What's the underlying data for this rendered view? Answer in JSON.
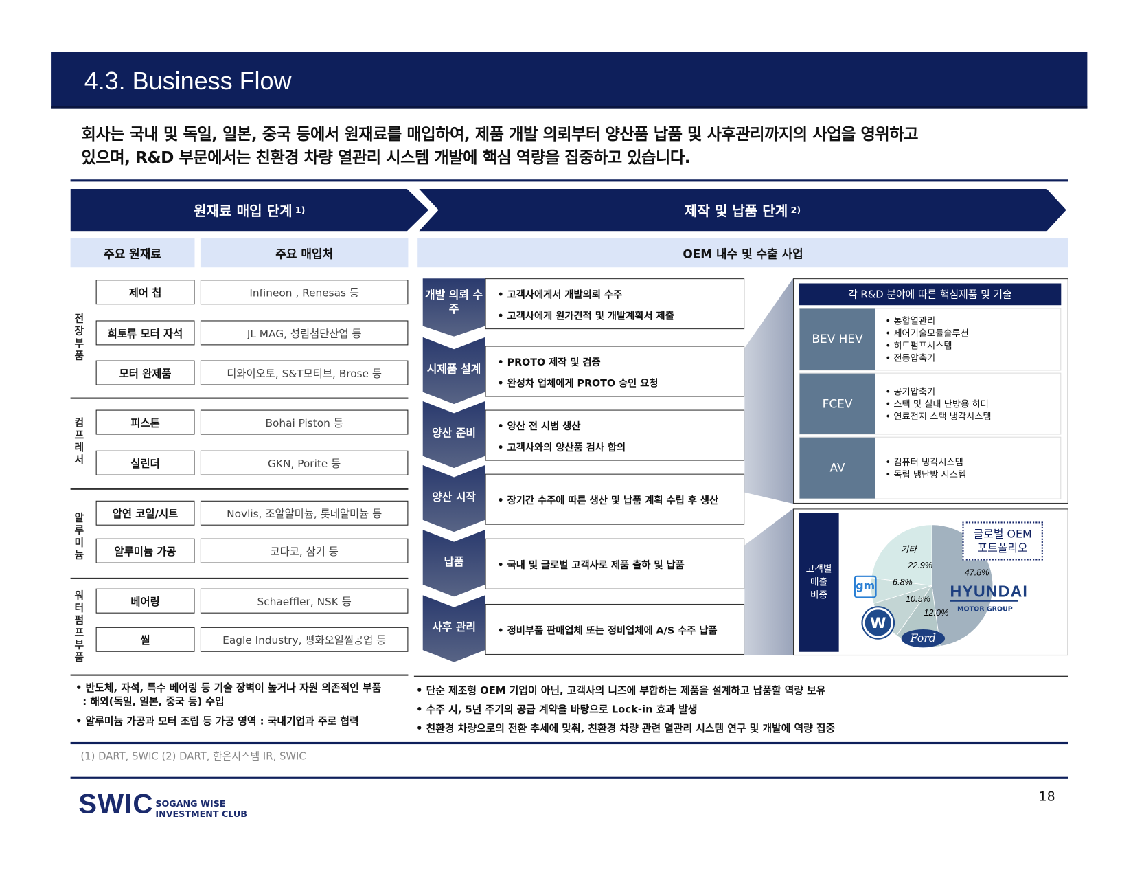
{
  "title": "4.3. Business Flow",
  "intro": [
    "회사는 국내 및 독일, 일본, 중국 등에서 원재료를 매입하여, 제품 개발 의뢰부터 양산품 납품 및 사후관리까지의 사업을 영위하고",
    "있으며, R&D 부문에서는 친환경 차량 열관리 시스템 개발에 핵심 역량을 집중하고 있습니다."
  ],
  "stages": {
    "left": "원재료 매입 단계",
    "left_note": "1)",
    "right": "제작 및 납품 단계",
    "right_note": "2)"
  },
  "subheaders": {
    "material": "주요 원재료",
    "supplier": "주요 매입처",
    "oem": "OEM 내수 및 수출 사업"
  },
  "groups": [
    {
      "label": "전장부품",
      "rows": [
        {
          "material": "제어 칩",
          "supplier": "Infineon , Renesas 등"
        },
        {
          "material": "희토류 모터 자석",
          "supplier": "JL MAG, 성림첨단산업 등"
        },
        {
          "material": "모터 완제품",
          "supplier": "디와이오토, S&T모티브, Brose 등"
        }
      ]
    },
    {
      "label": "컴프레서",
      "rows": [
        {
          "material": "피스톤",
          "supplier": "Bohai Piston 등"
        },
        {
          "material": "실린더",
          "supplier": "GKN, Porite 등"
        }
      ]
    },
    {
      "label": "알루미늄",
      "rows": [
        {
          "material": "압연 코일/시트",
          "supplier": "Novlis, 조알알미늄, 롯데알미늄 등"
        },
        {
          "material": "알루미늄 가공",
          "supplier": "코다코, 삼기 등"
        }
      ]
    },
    {
      "label": "워터펌프부품",
      "rows": [
        {
          "material": "베어링",
          "supplier": "Schaeffler, NSK 등"
        },
        {
          "material": "씰",
          "supplier": "Eagle Industry, 평화오일씰공업 등"
        }
      ]
    }
  ],
  "process": [
    {
      "step": "개발 의뢰 수주",
      "items": [
        "• 고객사에게서 개발의뢰 수주",
        "• 고객사에게 원가견적 및 개발계획서 제출"
      ]
    },
    {
      "step": "시제품 설계",
      "items": [
        "• PROTO 제작 및 검증",
        "• 완성차 업체에게 PROTO 승인 요청"
      ]
    },
    {
      "step": "양산 준비",
      "items": [
        "• 양산 전 시범 생산",
        "• 고객사와의 양산품 검사 합의"
      ]
    },
    {
      "step": "양산 시작",
      "items": [
        "• 장기간 수주에 따른 생산 및 납품 계획 수립 후 생산"
      ]
    },
    {
      "step": "납품",
      "items": [
        "• 국내 및 글로벌 고객사로 제품 출하 및 납품"
      ]
    },
    {
      "step": "사후 관리",
      "items": [
        "• 정비부품 판매업체 또는 정비업체에 A/S 수주 납품"
      ]
    }
  ],
  "rd": {
    "title": "각 R&D 분야에 따른 핵심제품 및 기술",
    "rows": [
      {
        "label": "BEV HEV",
        "items": [
          "• 통합열관리",
          "• 제어기술모듈솔루션",
          "• 히트펌프시스템",
          "• 전동압축기"
        ]
      },
      {
        "label": "FCEV",
        "items": [
          "• 공기압축기",
          "• 스택 및 실내 난방용 히터",
          "• 연료전지 스택 냉각시스템"
        ]
      },
      {
        "label": "AV",
        "items": [
          "• 컴퓨터 냉각시스템",
          "• 독립 냉난방 시스템"
        ]
      }
    ]
  },
  "customers": {
    "label": "고객별 매출 비중",
    "portfolio": "글로벌 OEM 포트폴리오",
    "logos": {
      "gm": "gm",
      "ford": "Ford",
      "hyundai": "HYUNDAI",
      "hyundai_sub": "MOTOR GROUP"
    }
  },
  "chart_data": {
    "type": "pie",
    "title": "고객별 매출 비중",
    "slices": [
      {
        "name": "Hyundai Motor Group",
        "label": "47.8%",
        "value": 47.8,
        "color": "#a2b2bf"
      },
      {
        "name": "Ford",
        "label": "12.0%",
        "value": 12.0,
        "color": "#b4c8c8"
      },
      {
        "name": "VW",
        "label": "10.5%",
        "value": 10.5,
        "color": "#c3d5d4"
      },
      {
        "name": "GM",
        "label": "6.8%",
        "value": 6.8,
        "color": "#cfe2e0"
      },
      {
        "name": "기타",
        "label": "22.9%",
        "value": 22.9,
        "color": "#d6eae8"
      }
    ]
  },
  "notes_left": [
    "• 반도체, 자석, 특수 베어링 등 기술 장벽이 높거나 자원 의존적인 부품",
    "  : 해외(독일, 일본, 중국 등) 수입",
    "• 알루미늄 가공과 모터 조립 등 가공 영역 : 국내기업과 주로 협력"
  ],
  "notes_right": [
    "• 단순 제조형 OEM 기업이 아닌, 고객사의 니즈에 부합하는 제품을 설계하고 납품할 역량 보유",
    "• 수주 시, 5년 주기의 공급 계약을 바탕으로 Lock-in 효과 발생",
    "• 친환경 차량으로의 전환 추세에 맞춰, 친환경 차량 관련 열관리 시스템 연구 및 개발에 역량 집중"
  ],
  "footnote": "(1) DART, SWIC  (2) DART, 한온시스템 IR, SWIC",
  "footer": {
    "logo": "SWIC",
    "logo_sub1": "SOGANG WISE",
    "logo_sub2": "INVESTMENT CLUB",
    "page": "18"
  }
}
